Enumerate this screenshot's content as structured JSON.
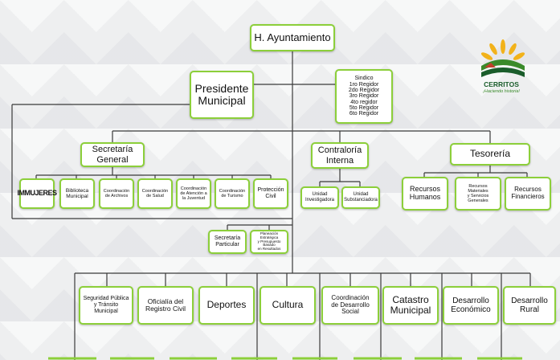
{
  "nodes": {
    "ayuntamiento": "H. Ayuntamiento",
    "presidente": "Presidente\nMunicipal",
    "sindico": [
      "Sindico",
      "1ro Regidor",
      "2do Regidor",
      "3ro Regidor",
      "4to regidor",
      "5to Regidor",
      "6to Regidor"
    ],
    "secretaria_general": "Secretaría\nGeneral",
    "contraloria": "Contraloría\nInterna",
    "tesoreria": "Tesorería",
    "immujeres": "IMMUJERES",
    "biblioteca": "Biblioteca\nMunicipal",
    "coord_archivos": "Coordinación\nde Archivos",
    "coord_salud": "Coordinación\nde Salud",
    "coord_juventud": "Coordinación\nde Atención a\nla Juventud",
    "coord_turismo": "Coordinación\nde Turismo",
    "proteccion_civil": "Protección\nCivil",
    "secretaria_particular": "Secretaría\nParticular",
    "planeacion": "Planeación Estratégica\ny Presupuesto Basado\nen Resultados",
    "unidad_investigadora": "Unidad\nInvestigadora",
    "unidad_substanciadora": "Unidad\nSubstanciadora",
    "recursos_humanos": "Recursos\nHumanos",
    "recursos_materiales": "Recursos Materiales\ny Servicios Generales",
    "recursos_financieros": "Recursos\nFinancieros",
    "seguridad": "Seguridad Pública\ny Tránsito Municipal",
    "oficialia": "Oficialía del\nRegistro Civil",
    "deportes": "Deportes",
    "cultura": "Cultura",
    "desarrollo_social": "Coordinación\nde Desarrollo\nSocial",
    "catastro": "Catastro\nMunicipal",
    "desarrollo_economico": "Desarrollo\nEconómico",
    "desarrollo_rural": "Desarrollo\nRural"
  },
  "logo": {
    "name": "CERRITOS",
    "slogan": "¡Haciendo historia!"
  },
  "colors": {
    "box_border": "#8ccf3a",
    "line": "#3a3a3a",
    "logo_green": "#1a5d2b",
    "logo_yellow": "#f2b21a"
  }
}
